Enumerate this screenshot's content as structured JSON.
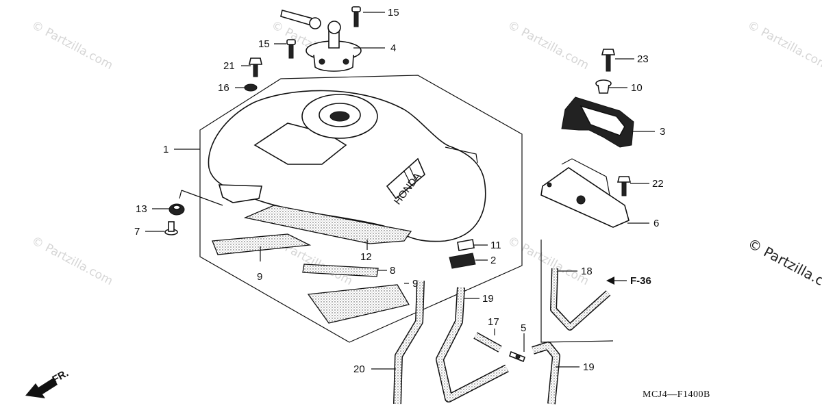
{
  "watermark": "© Partzilla.com",
  "diagram_code": "MCJ4—F1400B",
  "reference": "F-36",
  "front_label": "FR.",
  "tank_brand": "HONDA",
  "callouts": {
    "c1": "1",
    "c2": "2",
    "c3": "3",
    "c4": "4",
    "c5": "5",
    "c6": "6",
    "c7": "7",
    "c8": "8",
    "c9a": "9",
    "c9b": "9",
    "c10": "10",
    "c11": "11",
    "c12": "12",
    "c13": "13",
    "c15a": "15",
    "c15b": "15",
    "c16": "16",
    "c17": "17",
    "c18": "18",
    "c19a": "19",
    "c19b": "19",
    "c20": "20",
    "c21": "21",
    "c22": "22",
    "c23": "23"
  }
}
